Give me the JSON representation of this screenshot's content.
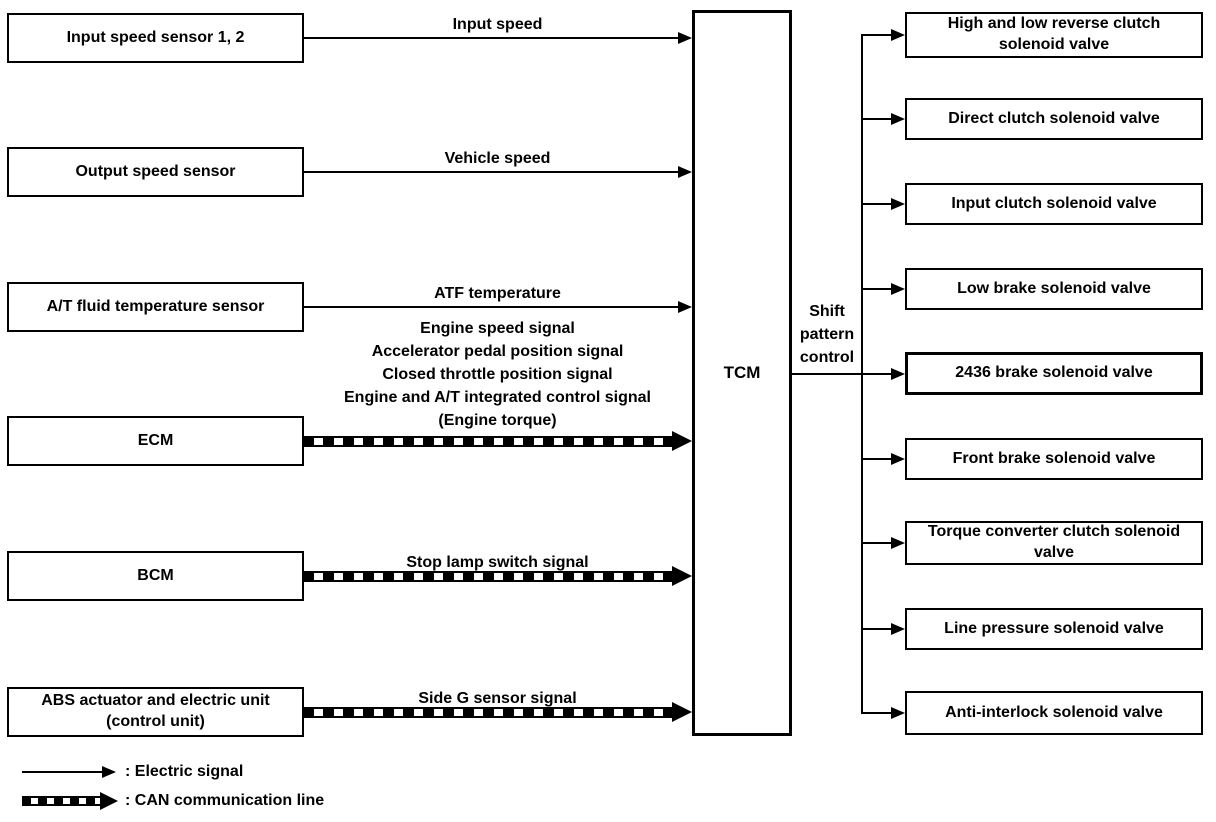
{
  "diagram": {
    "controller": {
      "label": "TCM"
    },
    "output_label": "Shift pattern control",
    "inputs": [
      {
        "label": "Input speed sensor 1, 2",
        "connection": "electric",
        "signal_lines": [
          "Input speed"
        ]
      },
      {
        "label": "Output speed sensor",
        "connection": "electric",
        "signal_lines": [
          "Vehicle speed"
        ]
      },
      {
        "label": "A/T fluid temperature sensor",
        "connection": "electric",
        "signal_lines": [
          "ATF temperature"
        ]
      },
      {
        "label": "ECM",
        "connection": "can",
        "signal_lines": [
          "Engine speed signal",
          "Accelerator pedal position signal",
          "Closed throttle position signal",
          "Engine and A/T integrated control signal",
          "(Engine torque)"
        ]
      },
      {
        "label": "BCM",
        "connection": "can",
        "signal_lines": [
          "Stop lamp switch signal"
        ]
      },
      {
        "label": "ABS actuator and electric unit (control unit)",
        "connection": "can",
        "signal_lines": [
          "Side G sensor signal"
        ]
      }
    ],
    "outputs": [
      {
        "label": "High and low reverse clutch solenoid valve"
      },
      {
        "label": "Direct clutch solenoid valve"
      },
      {
        "label": "Input clutch solenoid valve"
      },
      {
        "label": "Low brake solenoid valve"
      },
      {
        "label": "2436 brake solenoid valve"
      },
      {
        "label": "Front brake solenoid valve"
      },
      {
        "label": "Torque converter clutch solenoid valve"
      },
      {
        "label": "Line pressure solenoid valve"
      },
      {
        "label": "Anti-interlock solenoid valve"
      }
    ],
    "legend": [
      {
        "style": "electric",
        "label": ": Electric signal"
      },
      {
        "style": "can",
        "label": ": CAN communication line"
      }
    ],
    "colors": {
      "line": "#000000",
      "background": "#ffffff",
      "box_border": "#000000",
      "text": "#000000"
    }
  }
}
